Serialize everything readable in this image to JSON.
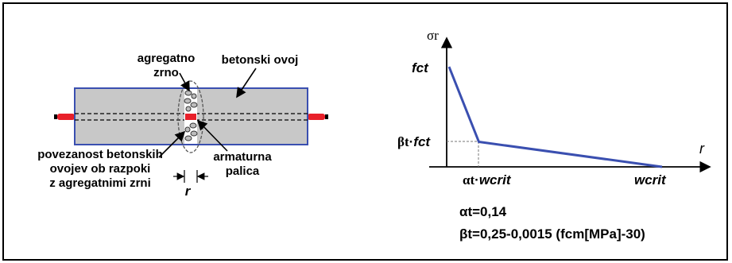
{
  "left_diagram": {
    "label_aggregate_line1": "agregatno",
    "label_aggregate_line2": "zrno",
    "label_concrete_shell": "betonski ovoj",
    "label_bond_line1": "povezanost betonskih",
    "label_bond_line2": "ovojev ob razpoki",
    "label_bond_line3": "z agregatnimi zrni",
    "label_rebar_line1": "armaturna",
    "label_rebar_line2": "palica",
    "label_crack_width": "r",
    "colors": {
      "concrete": "#c8c8c8",
      "outline": "#3a4fb0",
      "rebar": "#e8202a"
    }
  },
  "right_chart": {
    "y_axis_label": "σr",
    "x_axis_label": "r",
    "ytick_top": "fct",
    "ytick_mid_beta": "βt",
    "ytick_mid_dot": "·",
    "ytick_mid_f": "fct",
    "xtick_mid_alpha": "αt",
    "xtick_mid_dot": "·",
    "xtick_mid_w": "wcrit",
    "xtick_end": "wcrit",
    "eq1": "αt=0,14",
    "eq2": "βt=0,25-0,0015 (fcm[MPa]-30)",
    "line_color": "#3a4fb0"
  },
  "chart_data": {
    "type": "line",
    "series": [
      {
        "points": [
          [
            0,
            1.0
          ],
          [
            0.14,
            0.25
          ],
          [
            1.0,
            0.0
          ]
        ]
      }
    ],
    "x": [
      "0",
      "αt·wcrit",
      "wcrit"
    ],
    "xlabel": "r",
    "ylabel": "σr",
    "yticks": [
      "fct",
      "βt·fct"
    ]
  }
}
